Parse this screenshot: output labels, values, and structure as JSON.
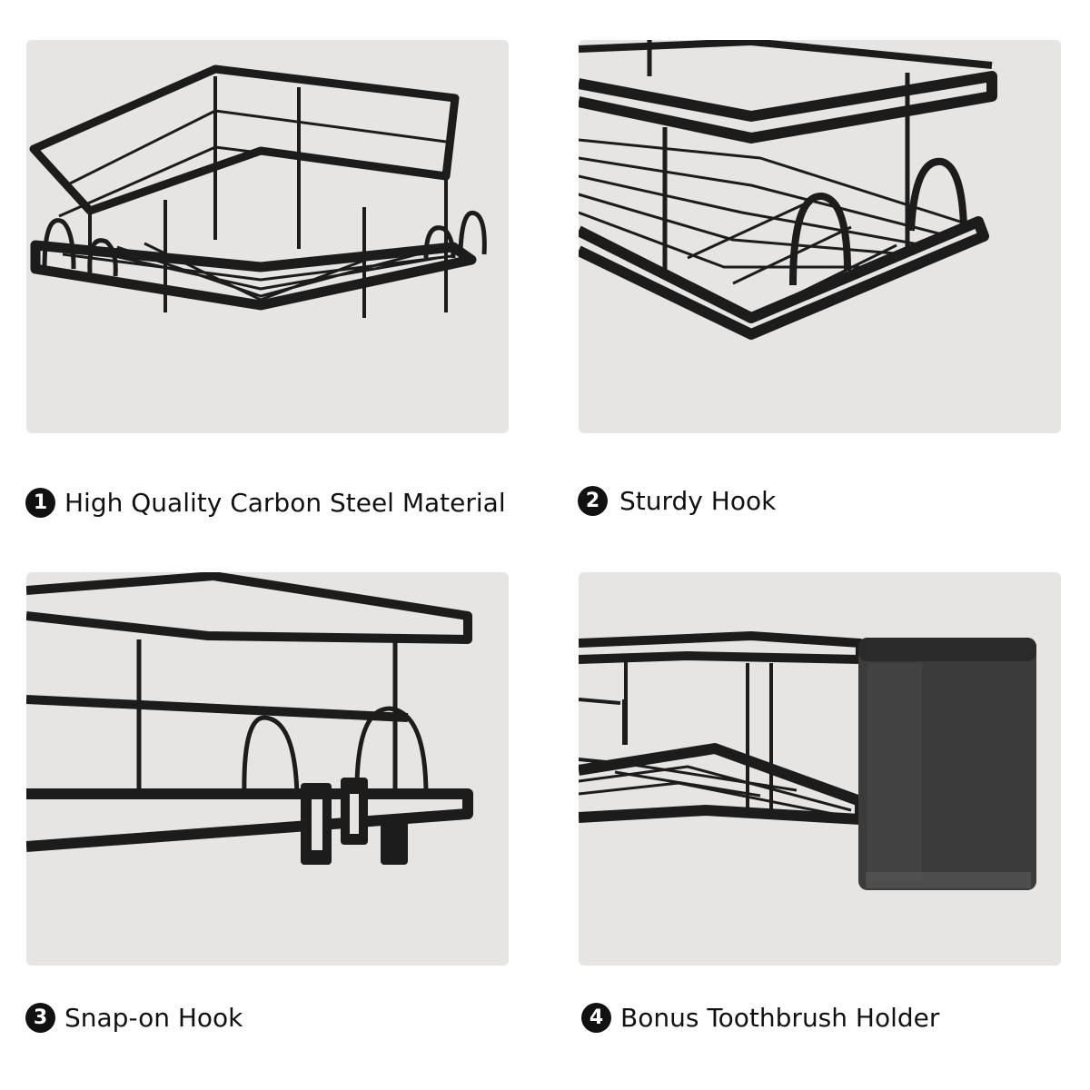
{
  "colors": {
    "panel_background": "#e6e5e3",
    "rack_metal": "#1c1c1c",
    "badge": "#111111",
    "holder_body": "#3b3b3b"
  },
  "features": [
    {
      "number": "1",
      "label": "High Quality Carbon Steel Material"
    },
    {
      "number": "2",
      "label": "Sturdy Hook"
    },
    {
      "number": "3",
      "label": "Snap-on Hook"
    },
    {
      "number": "4",
      "label": "Bonus Toothbrush Holder"
    }
  ]
}
